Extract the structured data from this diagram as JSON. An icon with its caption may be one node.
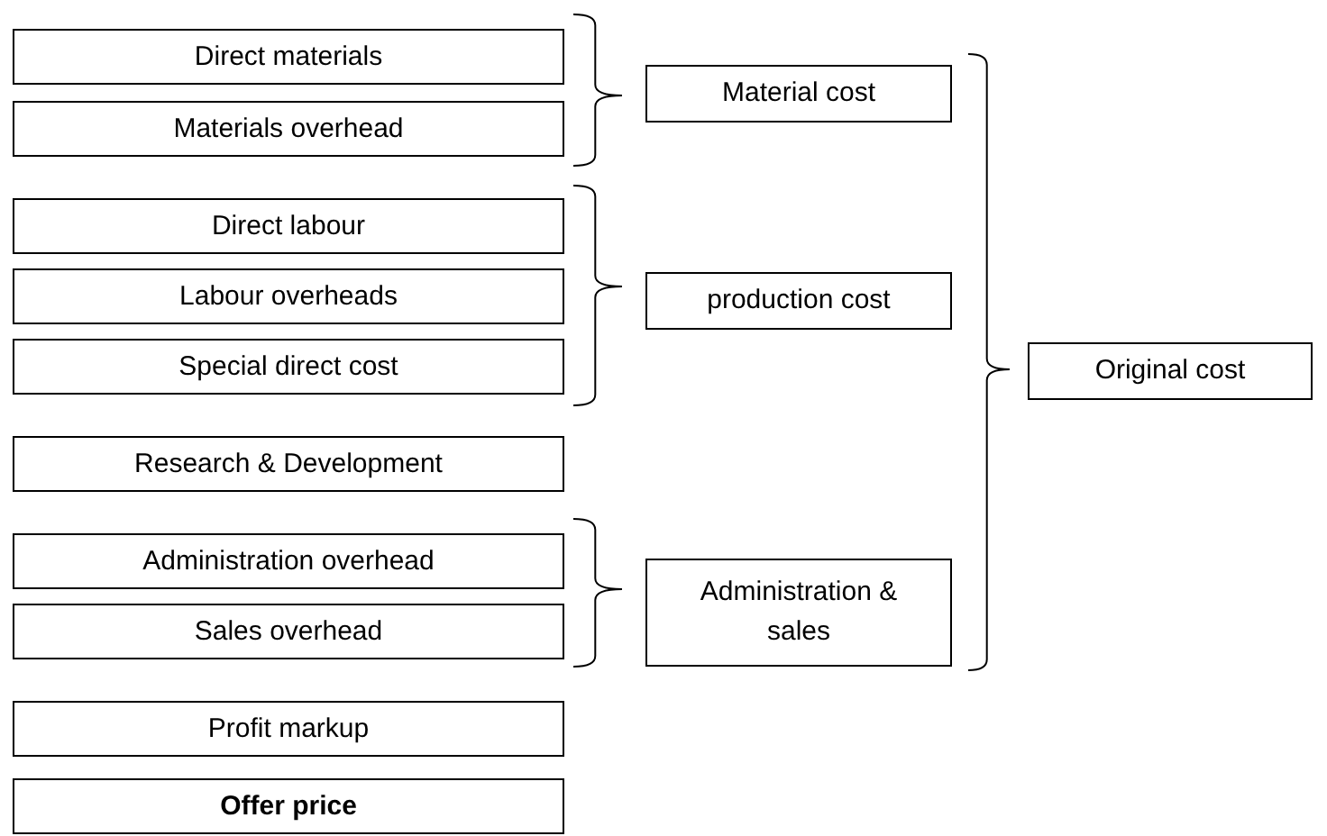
{
  "diagram": {
    "nodes": [
      {
        "text": [
          "Direct materials"
        ]
      },
      {
        "text": [
          "Materials overhead"
        ]
      },
      {
        "text": [
          "Direct labour"
        ]
      },
      {
        "text": [
          "Labour overheads"
        ]
      },
      {
        "text": [
          "Special direct cost"
        ]
      },
      {
        "text": [
          "Research & Development"
        ]
      },
      {
        "text": [
          "Administration overhead"
        ]
      },
      {
        "text": [
          "Sales overhead"
        ]
      },
      {
        "text": [
          "Profit markup"
        ]
      },
      {
        "text": [
          "Offer price"
        ]
      },
      {
        "text": [
          "Material cost"
        ]
      },
      {
        "text": [
          "production cost"
        ]
      },
      {
        "text": [
          "Administration & sales"
        ]
      },
      {
        "text": [
          "Original cost"
        ]
      }
    ]
  }
}
